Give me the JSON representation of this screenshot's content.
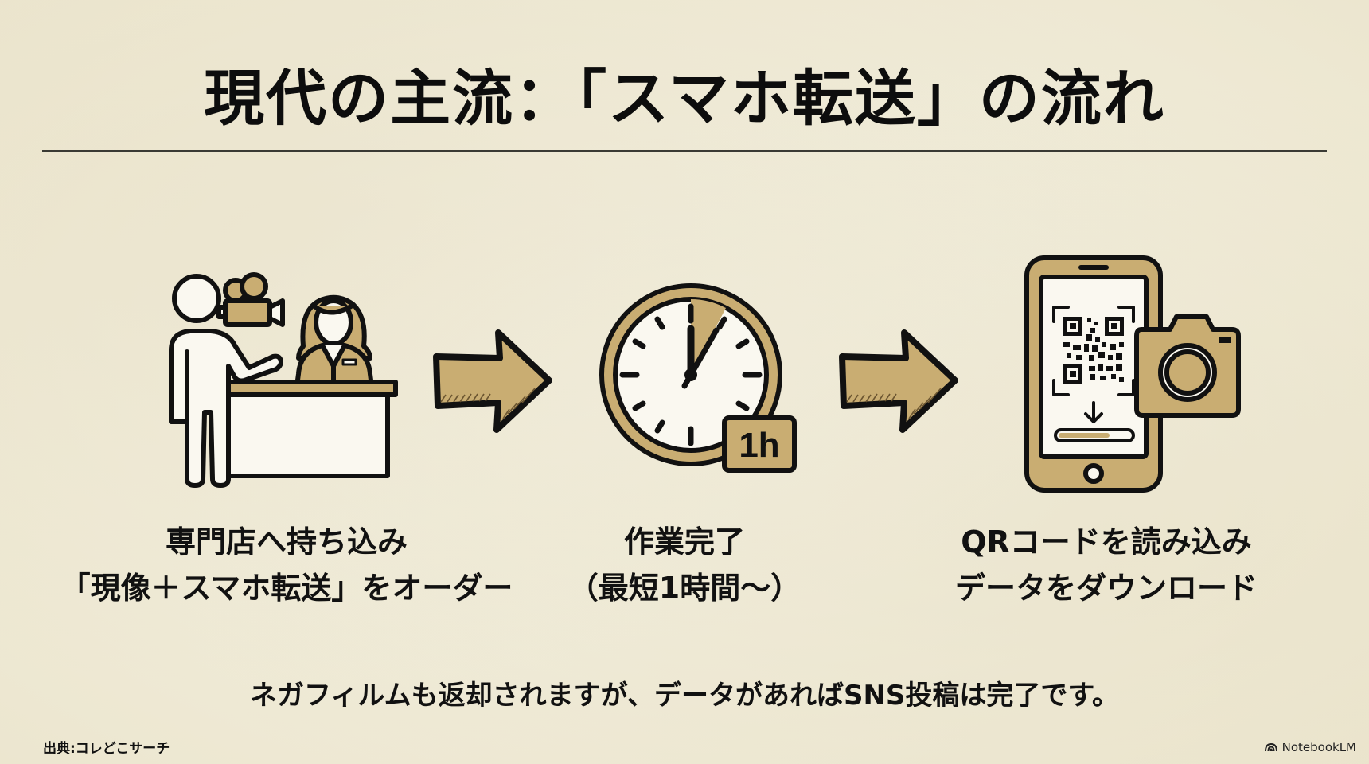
{
  "slide": {
    "title": "現代の主流：「スマホ転送」の流れ",
    "colors": {
      "background": "#f3efdf",
      "accent_gold": "#c9ad72",
      "outline": "#111111",
      "text": "#111111"
    },
    "steps": [
      {
        "icon": "customer-at-counter-icon",
        "line1": "専門店へ持ち込み",
        "line2": "「現像＋スマホ転送」をオーダー"
      },
      {
        "icon": "clock-1h-icon",
        "badge": "1h",
        "line1": "作業完了",
        "line2": "（最短1時間〜）"
      },
      {
        "icon": "smartphone-qr-download-icon",
        "line1": "QRコードを読み込み",
        "line2": "データをダウンロード"
      }
    ],
    "arrows": [
      "arrow-right-icon",
      "arrow-right-icon"
    ],
    "note": "ネガフィルムも返却されますが、データがあればSNS投稿は完了です。",
    "source": "出典:コレどこサーチ",
    "brand": "NotebookLM"
  }
}
